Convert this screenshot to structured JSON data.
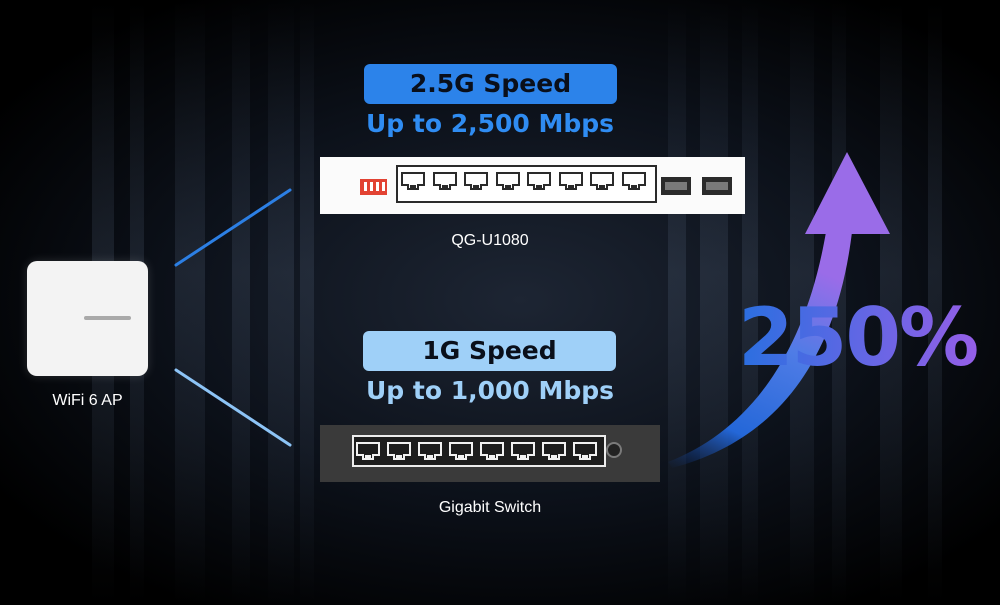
{
  "ap": {
    "label": "WiFi 6 AP"
  },
  "top_switch": {
    "speed_label": "2.5G Speed",
    "speed_sub": "Up to 2,500 Mbps",
    "model": "QG-U1080",
    "accent_color": "#2c83ea"
  },
  "bottom_switch": {
    "speed_label": "1G Speed",
    "speed_sub": "Up to 1,000 Mbps",
    "model": "Gigabit Switch",
    "accent_color": "#9fd0f8"
  },
  "gain": {
    "value": "250%",
    "gradient": [
      "#2a6fe0",
      "#9a5ee8"
    ]
  },
  "icons": [
    "ethernet-port-icon",
    "sfp-port-icon",
    "dip-switch-icon",
    "dc-power-icon",
    "up-arrow-icon"
  ]
}
